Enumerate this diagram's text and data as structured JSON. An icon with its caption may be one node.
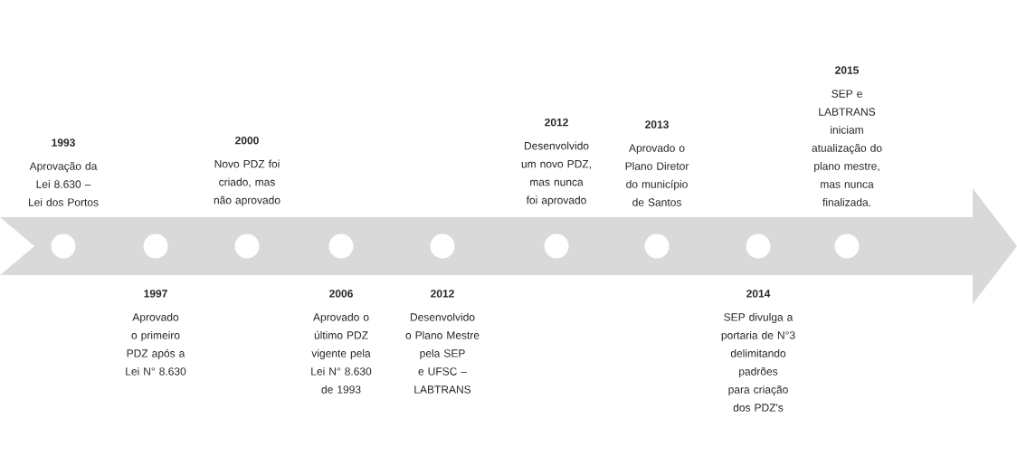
{
  "diagram": {
    "nodes": [
      {
        "text": [],
        "shape": "arrow"
      },
      {
        "text": [
          "1993",
          "Aprovação da Lei 8.630 – Lei dos Portos"
        ]
      },
      {
        "text": [
          "1997",
          "Aprovado o primeiro PDZ após a Lei N° 8.630"
        ]
      },
      {
        "text": [
          "2000",
          "Novo PDZ foi criado, mas não aprovado"
        ]
      },
      {
        "text": [
          "2006",
          "Aprovado o último PDZ vigente pela Lei N° 8.630 de 1993"
        ]
      },
      {
        "text": [
          "2012",
          "Desenvolvido o Plano Mestre pela SEP e UFSC – LABTRANS"
        ]
      },
      {
        "text": [
          "2012",
          "Desenvolvido um novo PDZ, mas nunca foi aprovado"
        ]
      },
      {
        "text": [
          "2013",
          "Aprovado o Plano Diretor do município de Santos"
        ]
      },
      {
        "text": [
          "2014",
          "SEP divulga a portaria de N°3 delimitando padrões para criação dos PDZ's"
        ]
      },
      {
        "text": [
          "2015",
          "SEP e LABTRANS iniciam atualização do plano mestre, mas nunca finalizada."
        ]
      },
      {
        "text": [],
        "shape": "circle",
        "in": 0
      },
      {
        "text": [],
        "shape": "circle",
        "in": 0
      },
      {
        "text": [],
        "shape": "circle",
        "in": 0
      },
      {
        "text": [],
        "shape": "circle",
        "in": 0
      },
      {
        "text": [],
        "shape": "circle",
        "in": 0
      },
      {
        "text": [],
        "shape": "circle",
        "in": 0
      },
      {
        "text": [],
        "shape": "circle",
        "in": 0
      },
      {
        "text": [],
        "shape": "circle",
        "in": 0
      },
      {
        "text": [],
        "shape": "circle",
        "in": 0
      }
    ]
  }
}
